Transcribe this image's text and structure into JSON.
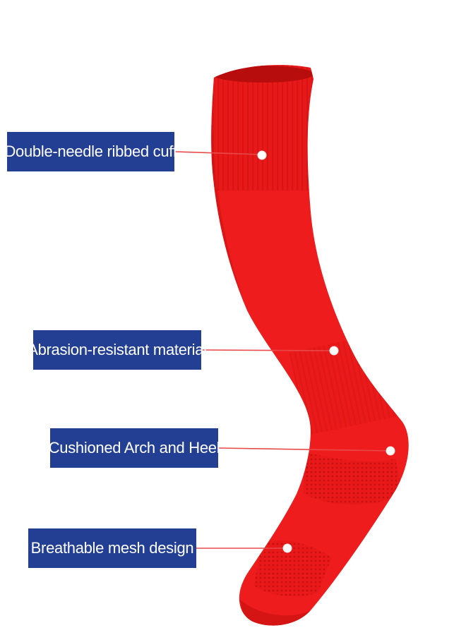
{
  "callouts": [
    {
      "text": "Double-needle ribbed cuff"
    },
    {
      "text": "Abrasion-resistant material"
    },
    {
      "text": "Cushioned Arch and Heel"
    },
    {
      "text": "Breathable mesh design"
    }
  ],
  "colors": {
    "sock": "#ee1c1c",
    "label_bg": "#233f94",
    "label_text": "#ffffff",
    "leader_line": "#e84a4a"
  },
  "icons": {
    "marker": "white-dot-marker"
  }
}
